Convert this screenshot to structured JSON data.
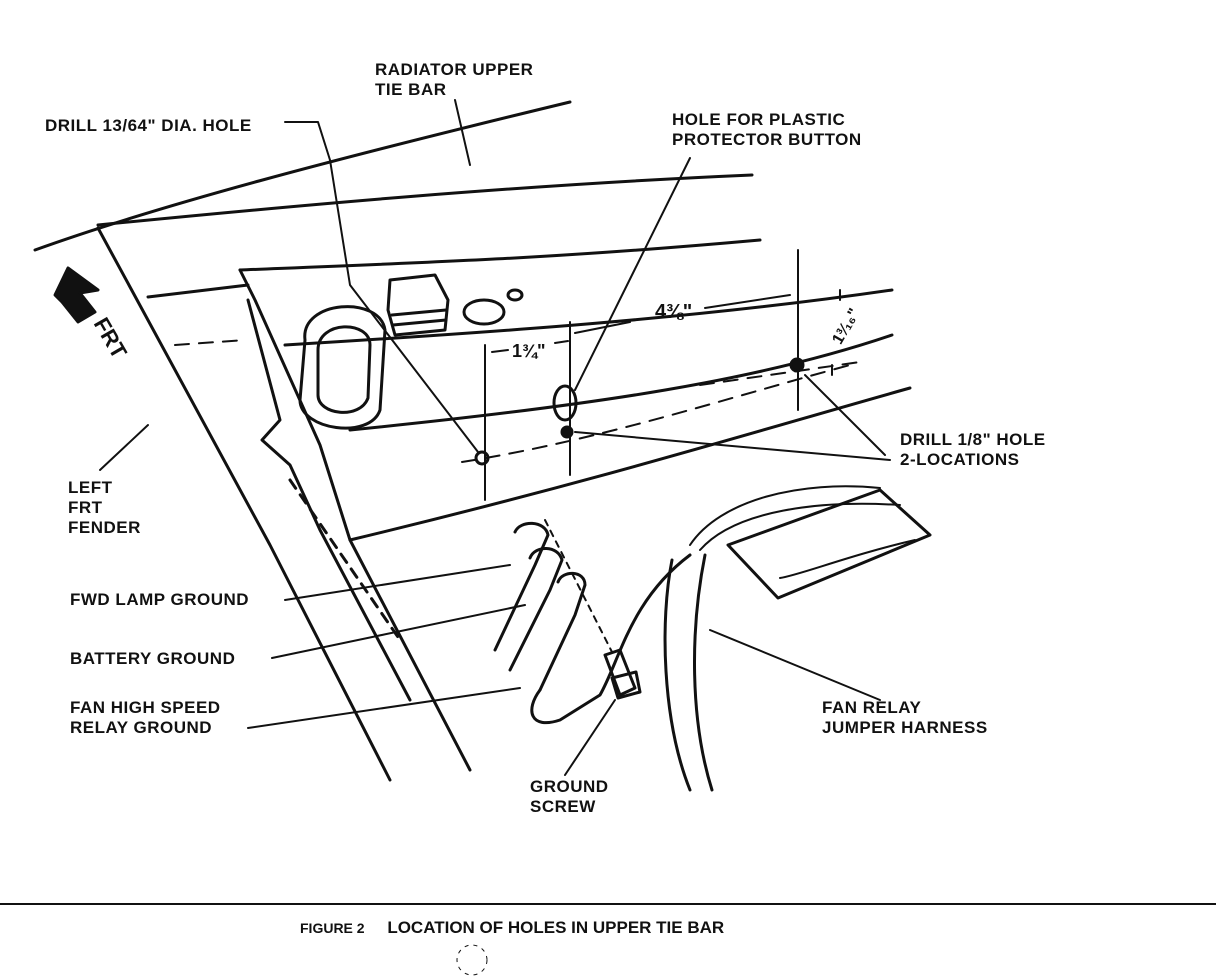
{
  "labels": {
    "radiator_line1": "RADIATOR UPPER",
    "radiator_line2": "TIE BAR",
    "drill_1364": "DRILL 13/64\" DIA. HOLE",
    "hole_plastic_line1": "HOLE FOR PLASTIC",
    "hole_plastic_line2": "PROTECTOR BUTTON",
    "frt_arrow": "FRT",
    "dim_1_3_4": "1¾\"",
    "dim_4_3_8": "4⅜\"",
    "dim_1_3_16": "1³⁄₁₆\"",
    "drill_18_line1": "DRILL 1/8\" HOLE",
    "drill_18_line2": "2-LOCATIONS",
    "left_fender_line1": "LEFT",
    "left_fender_line2": "FRT",
    "left_fender_line3": "FENDER",
    "fwd_lamp_ground": "FWD LAMP GROUND",
    "battery_ground": "BATTERY GROUND",
    "fan_high_line1": "FAN HIGH SPEED",
    "fan_high_line2": "RELAY GROUND",
    "fan_relay_line1": "FAN RELAY",
    "fan_relay_line2": "JUMPER HARNESS",
    "ground_screw_line1": "GROUND",
    "ground_screw_line2": "SCREW"
  },
  "caption": {
    "figure_number": "FIGURE 2",
    "title": "LOCATION OF HOLES IN UPPER TIE BAR"
  },
  "colors": {
    "ink": "#111111",
    "paper": "#ffffff"
  }
}
